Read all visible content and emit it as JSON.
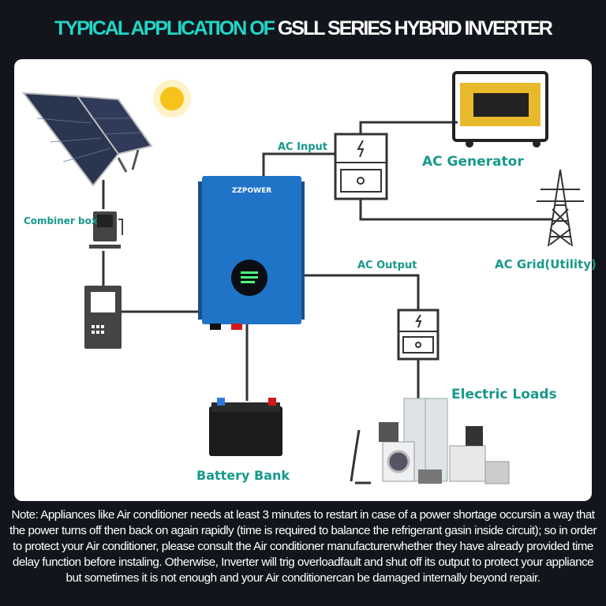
{
  "title": {
    "highlight": "TYPICAL APPLICATION OF",
    "main": "GSLL SERIES HYBRID INVERTER"
  },
  "colors": {
    "accent": "#21d6c6",
    "label": "#17998a",
    "inverter": "#1f74c8",
    "background": "#12161c"
  },
  "diagram": {
    "inverter_brand": "ZZPOWER",
    "labels": {
      "combiner_box": "Combiner box",
      "ac_input": "AC Input",
      "ac_generator": "AC Generator",
      "ac_grid": "AC Grid(Utility)",
      "ac_output": "AC Output",
      "electric_loads": "Electric Loads",
      "battery_bank": "Battery Bank"
    }
  },
  "note": "Note: Appliances like Air conditioner needs at least 3 minutes to restart in case of a power shortage occursin a way that the power turns off then back on again rapidly (time is required to balance the refrigerant gasin inside circuit); so in order to protect your Air conditioner, please consult the Air conditioner manufacturerwhether they have already provided time delay function before instaling. Otherwise, Inverter will trig overloadfault and shut off its output to protect your appliance but sometimes it is not enough and your Air conditionercan be damaged internally beyond repair."
}
